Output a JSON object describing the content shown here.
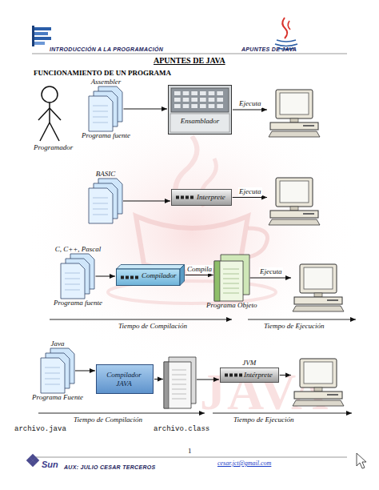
{
  "diagram": {
    "title": "APUNTES DE JAVA",
    "nodes": [
      {
        "text": [
          "Assembler",
          "Programa fuente"
        ]
      },
      {
        "text": [
          "Ensamblador"
        ]
      },
      {
        "text": []
      },
      {
        "text": [
          "BASIC"
        ]
      },
      {
        "text": [
          "Interprete"
        ]
      },
      {
        "text": []
      },
      {
        "text": [
          "C, C++, Pascal",
          "Programa fuente"
        ]
      },
      {
        "text": [
          "Compilador"
        ]
      },
      {
        "text": [
          "Programa Objeto"
        ]
      },
      {
        "text": []
      },
      {
        "text": [
          "Java",
          "Programa Fuente"
        ]
      },
      {
        "text": [
          "Compilador JAVA"
        ]
      },
      {
        "text": []
      },
      {
        "text": [
          "JVM",
          "Intérprete"
        ]
      },
      {
        "text": []
      }
    ],
    "edges": [
      {
        "from": 0,
        "to": 1,
        "arrow": "to"
      },
      {
        "from": 1,
        "to": 2,
        "label": "Ejecuta",
        "arrow": "to"
      },
      {
        "from": 3,
        "to": 4,
        "arrow": "to"
      },
      {
        "from": 4,
        "to": 5,
        "label": "Ejecuta",
        "arrow": "to"
      },
      {
        "from": 6,
        "to": 7,
        "arrow": "to"
      },
      {
        "from": 7,
        "to": 8,
        "label": "Compila",
        "arrow": "to"
      },
      {
        "from": 8,
        "to": 9,
        "label": "Ejecuta",
        "arrow": "to"
      },
      {
        "from": 10,
        "to": 11,
        "arrow": "to"
      },
      {
        "from": 11,
        "to": 12,
        "arrow": "to"
      },
      {
        "from": 12,
        "to": 13,
        "arrow": "to"
      },
      {
        "from": 13,
        "to": 14,
        "arrow": "to"
      }
    ],
    "labels": [
      "INTRODUCCIÓN A LA PROGRAMACIÓN",
      "APUNTES DE JAVA",
      "FUNCIONAMIENTO DE UN PROGRAMA",
      "Programador",
      "Tiempo de Compilación",
      "Tiempo de Ejecución",
      "Tiempo de Compilación",
      "archivo.java",
      "archivo.class",
      "Tiempo de Ejecución",
      "JAVA",
      "1",
      "Sun",
      "AUX: JULIO CESAR TERCEROS",
      "cesar.jct@gmail.com"
    ]
  }
}
